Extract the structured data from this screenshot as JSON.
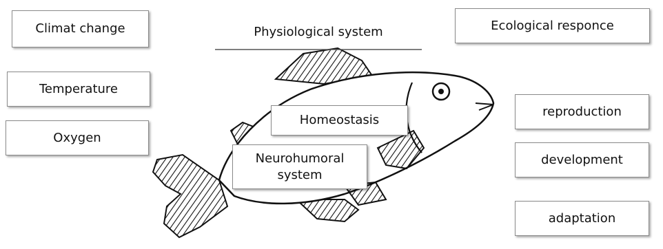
{
  "labels": {
    "climat_change": "Climat change",
    "physiological_system": "Physiological system",
    "ecological_responce": "Ecological responce",
    "temperature": "Temperature",
    "oxygen": "Oxygen",
    "homeostasis": "Homeostasis",
    "neurohumoral_system": "Neurohumoral\nsystem",
    "reproduction": "reproduction",
    "development": "development",
    "adaptation": "adaptation"
  }
}
